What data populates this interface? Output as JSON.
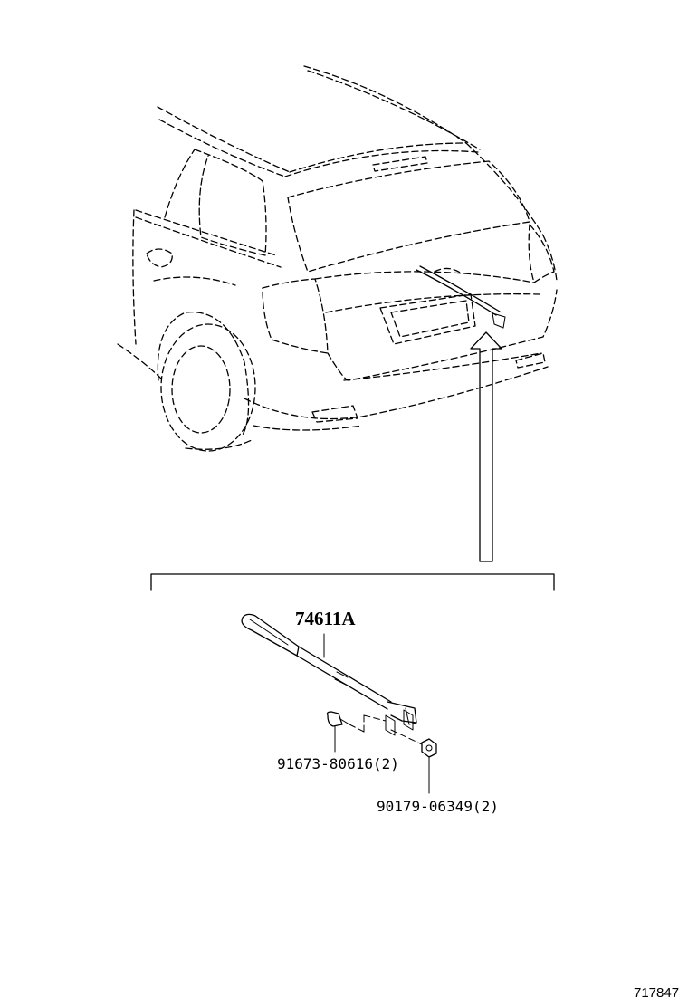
{
  "parts": {
    "main": "74611A",
    "bolt": "91673-80616(2)",
    "nut": "90179-06349(2)"
  },
  "reference_number": "717847"
}
